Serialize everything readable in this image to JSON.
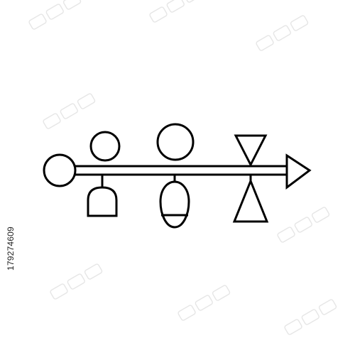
{
  "image": {
    "background_color": "#ffffff",
    "line_color": "#000000",
    "watermark_color": "#e6e6e6"
  },
  "icon": {
    "name": "process-flow-arrow-icon",
    "parts": [
      "start-node-circle",
      "shaft-line",
      "pendant-circle",
      "pendant-dome",
      "pendant-large-circle",
      "pendant-oval",
      "hourglass-top-triangle",
      "hourglass-bottom-triangle",
      "arrowhead-triangle"
    ]
  },
  "watermark": {
    "stock_id": "179274609",
    "logo": "adobe-stock-watermark"
  }
}
